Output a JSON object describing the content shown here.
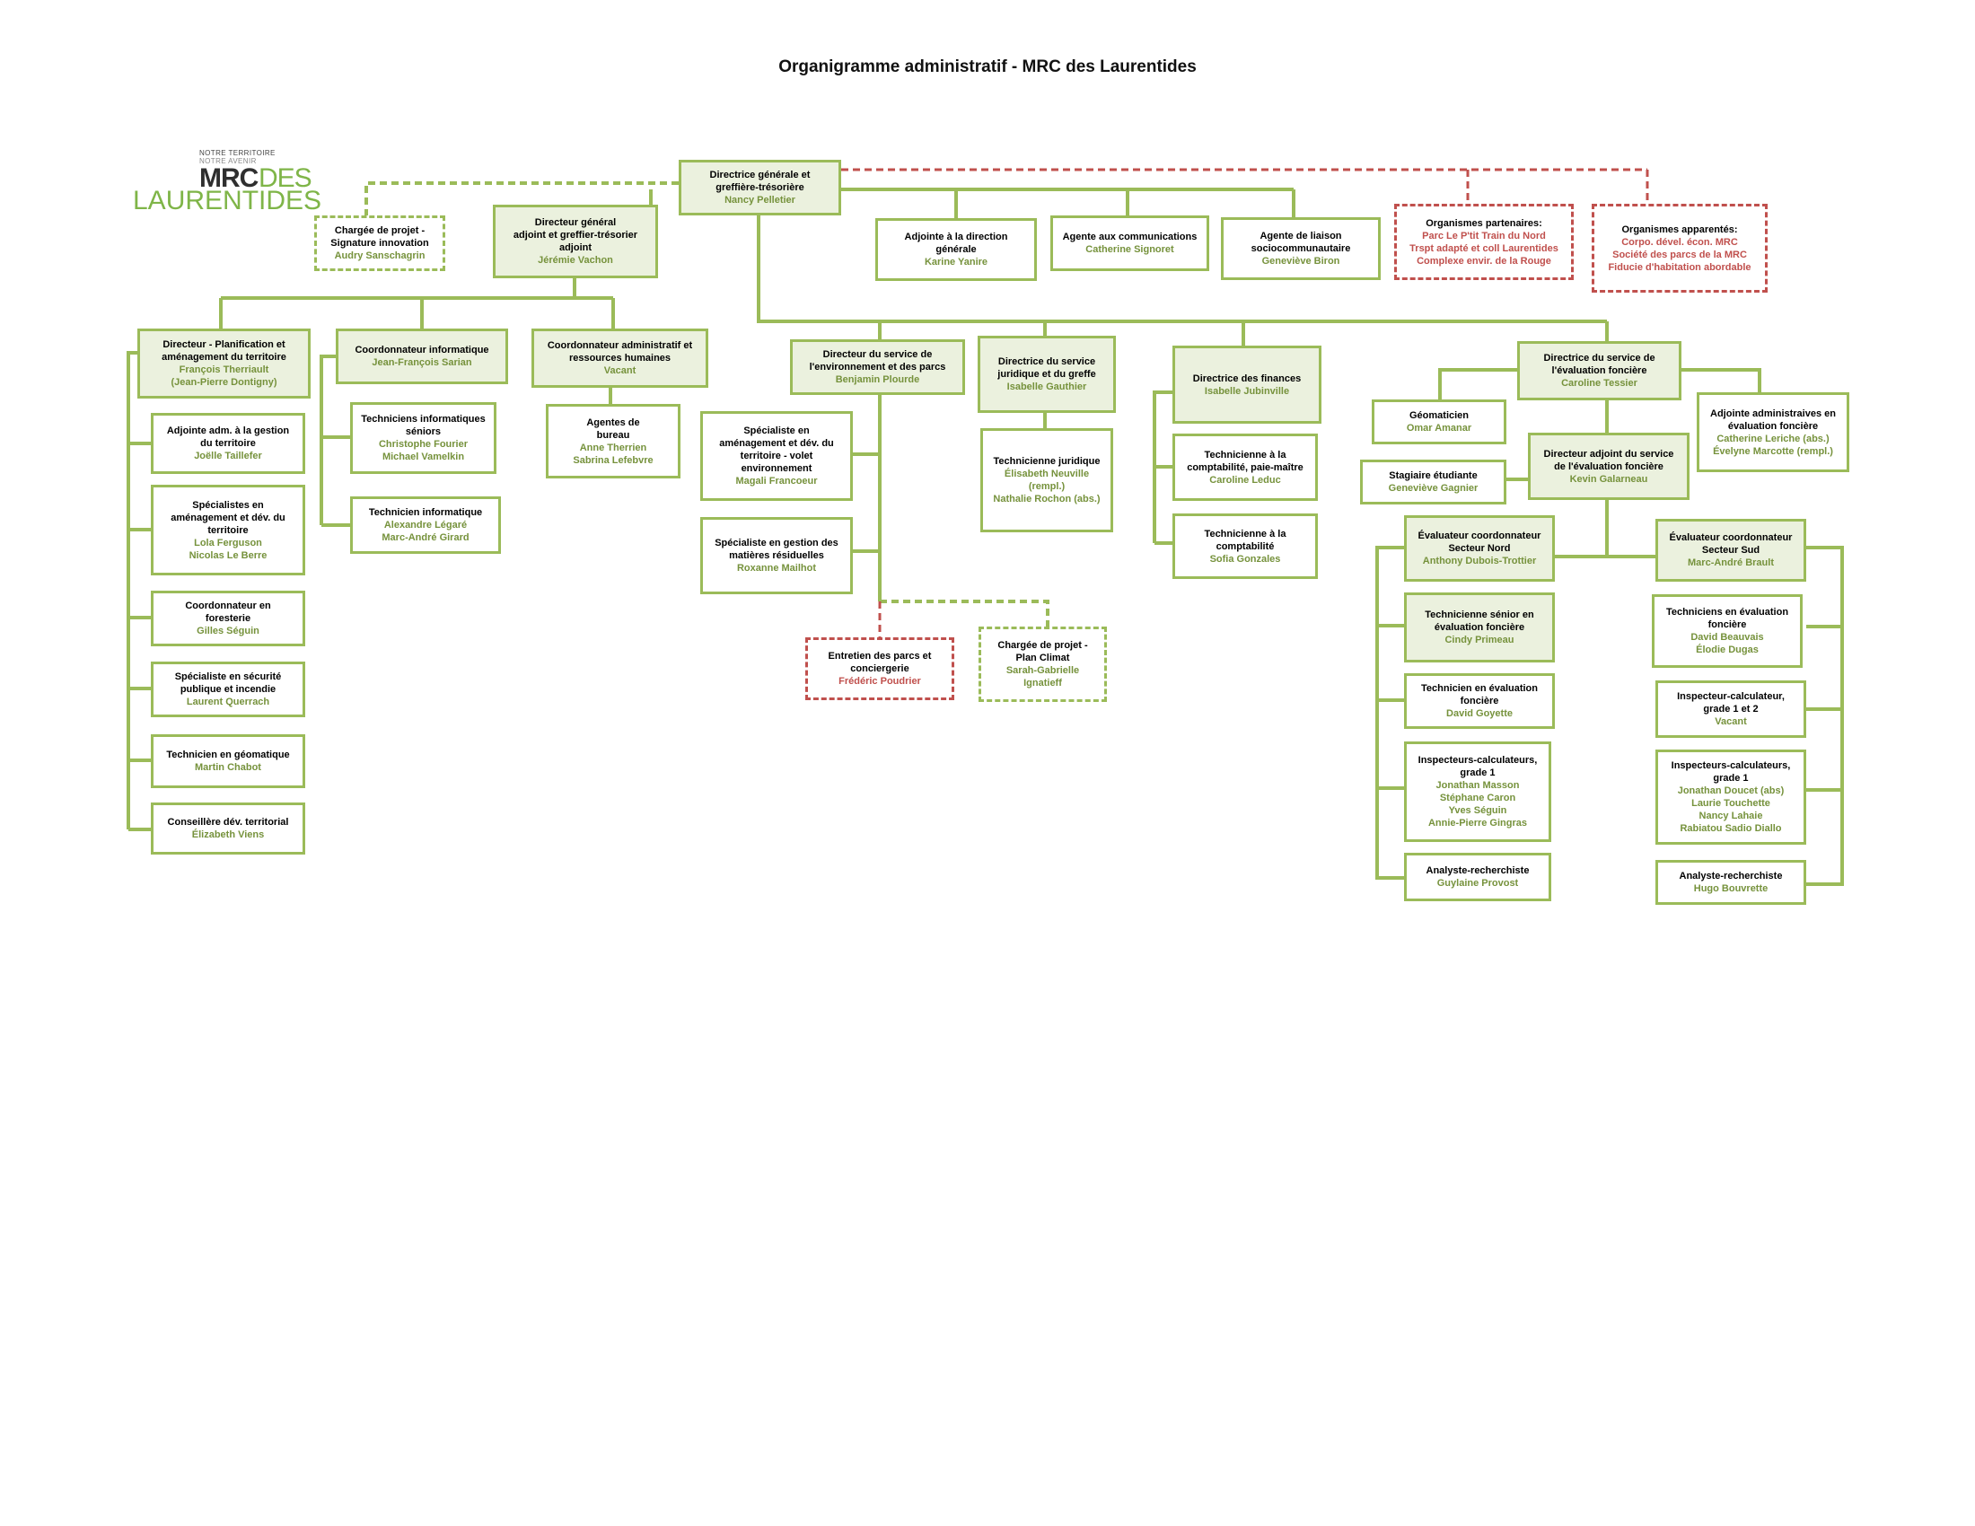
{
  "title": "Organigramme administratif - MRC des Laurentides",
  "logo": {
    "tagline1": "NOTRE TERRITOIRE",
    "tagline2": "NOTRE AVENIR",
    "word1": "MRC",
    "word2": "DES",
    "word3": "LAURENTIDES"
  },
  "colors": {
    "green_border": "#9bbb59",
    "green_fill": "#ebf1de",
    "green_text": "#76923c",
    "red": "#c0504d"
  },
  "boxes": {
    "dg": {
      "title": [
        "Directrice générale et",
        "greffière-trésorière"
      ],
      "people": [
        "Nancy Pelletier"
      ]
    },
    "cp_sig": {
      "title": [
        "Chargée de projet -",
        "Signature innovation"
      ],
      "people": [
        "Audry Sanschagrin"
      ]
    },
    "dga": {
      "title": [
        "Directeur général",
        "adjoint et greffier-trésorier",
        "adjoint"
      ],
      "people": [
        "Jérémie Vachon"
      ]
    },
    "adj_dir": {
      "title": [
        "Adjointe à la direction",
        "générale"
      ],
      "people": [
        "Karine Yanire"
      ]
    },
    "ag_comm": {
      "title": [
        "Agente aux communications"
      ],
      "people": [
        "Catherine Signoret"
      ]
    },
    "ag_liaison": {
      "title": [
        "Agente de liaison",
        "sociocommunautaire"
      ],
      "people": [
        "Geneviève Biron"
      ]
    },
    "org_part": {
      "title": [
        "Organismes partenaires:"
      ],
      "people": [
        "Parc Le P'tit Train du Nord",
        "Trspt adapté et coll Laurentides",
        "Complexe envir. de la Rouge"
      ]
    },
    "org_app": {
      "title": [
        "Organismes apparentés:"
      ],
      "people": [
        "Corpo. dével. écon. MRC",
        "Société des parcs de la MRC",
        "Fiducie d'habitation abordable"
      ]
    },
    "dir_plan": {
      "title": [
        "Directeur - Planification et",
        "aménagement du territoire"
      ],
      "people": [
        "François Therriault",
        "(Jean-Pierre Dontigny)"
      ]
    },
    "adj_gest": {
      "title": [
        "Adjointe adm. à la gestion",
        "du territoire"
      ],
      "people": [
        "Joëlle Taillefer"
      ]
    },
    "spec_amen": {
      "title": [
        "Spécialistes en",
        "aménagement et dév. du",
        "territoire"
      ],
      "people": [
        "Lola Ferguson",
        "Nicolas Le Berre"
      ]
    },
    "coord_for": {
      "title": [
        "Coordonnateur en",
        "foresterie"
      ],
      "people": [
        "Gilles Séguin"
      ]
    },
    "spec_secu": {
      "title": [
        "Spécialiste en sécurité",
        "publique et incendie"
      ],
      "people": [
        "Laurent Querrach"
      ]
    },
    "tech_geo": {
      "title": [
        "Technicien en géomatique"
      ],
      "people": [
        "Martin Chabot"
      ]
    },
    "cons_dev": {
      "title": [
        "Conseillère dév. territorial"
      ],
      "people": [
        "Élizabeth Viens"
      ]
    },
    "coord_info": {
      "title": [
        "Coordonnateur informatique"
      ],
      "people": [
        "Jean-François Sarian"
      ]
    },
    "tech_info_sr": {
      "title": [
        "Techniciens informatiques",
        "séniors"
      ],
      "people": [
        "Christophe Fourier",
        "Michael Vamelkin"
      ]
    },
    "tech_info": {
      "title": [
        "Technicien informatique"
      ],
      "people": [
        "Alexandre Légaré",
        "Marc-André Girard"
      ]
    },
    "coord_adm": {
      "title": [
        "Coordonnateur administratif et",
        "ressources humaines"
      ],
      "people": [
        "Vacant"
      ]
    },
    "ag_bureau": {
      "title": [
        "Agentes de",
        "bureau"
      ],
      "people": [
        "Anne Therrien",
        "Sabrina Lefebvre"
      ]
    },
    "dir_env": {
      "title": [
        "Directeur du service de",
        "l'environnement et des parcs"
      ],
      "people": [
        "Benjamin Plourde"
      ]
    },
    "spec_env": {
      "title": [
        "Spécialiste en",
        "aménagement et dév. du",
        "territoire - volet",
        "environnement"
      ],
      "people": [
        "Magali Francoeur"
      ]
    },
    "spec_mat": {
      "title": [
        "Spécialiste en gestion des",
        "matières résiduelles"
      ],
      "people": [
        "Roxanne Mailhot"
      ]
    },
    "entretien": {
      "title": [
        "Entretien des parcs et",
        "conciergerie"
      ],
      "people": [
        "Frédéric Poudrier"
      ]
    },
    "cp_climat": {
      "title": [
        "Chargée de projet -",
        "Plan Climat"
      ],
      "people": [
        "Sarah-Gabrielle",
        "Ignatieff"
      ]
    },
    "dir_jur": {
      "title": [
        "Directrice du service",
        "juridique et du greffe"
      ],
      "people": [
        "Isabelle Gauthier"
      ]
    },
    "tech_jur": {
      "title": [
        "Technicienne juridique"
      ],
      "people": [
        "Élisabeth Neuville",
        "(rempl.)",
        "Nathalie Rochon (abs.)"
      ]
    },
    "dir_fin": {
      "title": [
        "Directrice des finances"
      ],
      "people": [
        "Isabelle Jubinville"
      ]
    },
    "tech_comp_pay": {
      "title": [
        "Technicienne à la",
        "comptabilité, paie-maître"
      ],
      "people": [
        "Caroline Leduc"
      ]
    },
    "tech_comp": {
      "title": [
        "Technicienne à la",
        "comptabilité"
      ],
      "people": [
        "Sofia Gonzales"
      ]
    },
    "dir_eval": {
      "title": [
        "Directrice du service de",
        "l'évaluation foncière"
      ],
      "people": [
        "Caroline Tessier"
      ]
    },
    "geomat": {
      "title": [
        "Géomaticien"
      ],
      "people": [
        "Omar Amanar"
      ]
    },
    "adj_eval": {
      "title": [
        "Adjointe administraives en",
        "évaluation foncière"
      ],
      "people": [
        "Catherine Leriche (abs.)",
        "Évelyne Marcotte (rempl.)"
      ]
    },
    "stag": {
      "title": [
        "Stagiaire étudiante"
      ],
      "people": [
        "Geneviève Gagnier"
      ]
    },
    "dir_adj_eval": {
      "title": [
        "Directeur adjoint du service",
        "de l'évaluation foncière"
      ],
      "people": [
        "Kevin Galarneau"
      ]
    },
    "eval_nord": {
      "title": [
        "Évaluateur coordonnateur",
        "Secteur Nord"
      ],
      "people": [
        "Anthony Dubois-Trottier"
      ]
    },
    "tech_sr_eval": {
      "title": [
        "Technicienne sénior en",
        "évaluation foncière"
      ],
      "people": [
        "Cindy Primeau"
      ]
    },
    "tech_eval_n": {
      "title": [
        "Technicien en évaluation",
        "foncière"
      ],
      "people": [
        "David Goyette"
      ]
    },
    "insp_n": {
      "title": [
        "Inspecteurs-calculateurs,",
        "grade 1"
      ],
      "people": [
        "Jonathan Masson",
        "Stéphane Caron",
        "Yves Séguin",
        "Annie-Pierre Gingras"
      ]
    },
    "analyste_n": {
      "title": [
        "Analyste-recherchiste"
      ],
      "people": [
        "Guylaine Provost"
      ]
    },
    "eval_sud": {
      "title": [
        "Évaluateur coordonnateur",
        "Secteur Sud"
      ],
      "people": [
        "Marc-André Brault"
      ]
    },
    "tech_eval_s": {
      "title": [
        "Techniciens en évaluation",
        "foncière"
      ],
      "people": [
        "David Beauvais",
        "Élodie Dugas"
      ]
    },
    "insp_s12": {
      "title": [
        "Inspecteur-calculateur,",
        "grade 1 et 2"
      ],
      "people": [
        "Vacant"
      ]
    },
    "insp_s": {
      "title": [
        "Inspecteurs-calculateurs,",
        "grade 1"
      ],
      "people": [
        "Jonathan Doucet (abs)",
        "Laurie Touchette",
        "Nancy Lahaie",
        "Rabiatou Sadio Diallo"
      ]
    },
    "analyste_s": {
      "title": [
        "Analyste-recherchiste"
      ],
      "people": [
        "Hugo Bouvrette"
      ]
    }
  }
}
